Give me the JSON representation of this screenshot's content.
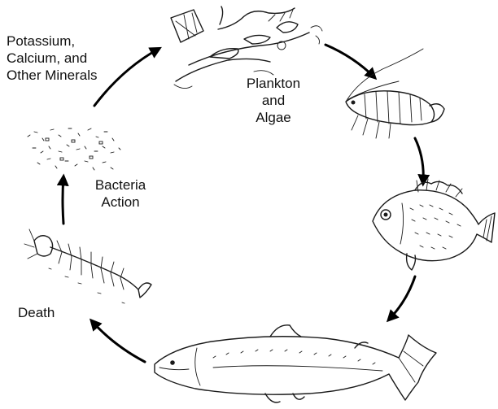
{
  "stages": {
    "minerals": "Potassium,\nCalcium, and\nOther Minerals",
    "plankton": "Plankton\nand\nAlgae",
    "bacteria": "Bacteria\nAction",
    "death": "Death"
  },
  "icons": [
    "plankton-algae-icon",
    "shrimp-icon",
    "sunfish-icon",
    "salmon-icon",
    "fish-skeleton-icon",
    "bacteria-particles-icon"
  ],
  "colors": {
    "ink": "#1a1a1a",
    "background": "#ffffff"
  }
}
